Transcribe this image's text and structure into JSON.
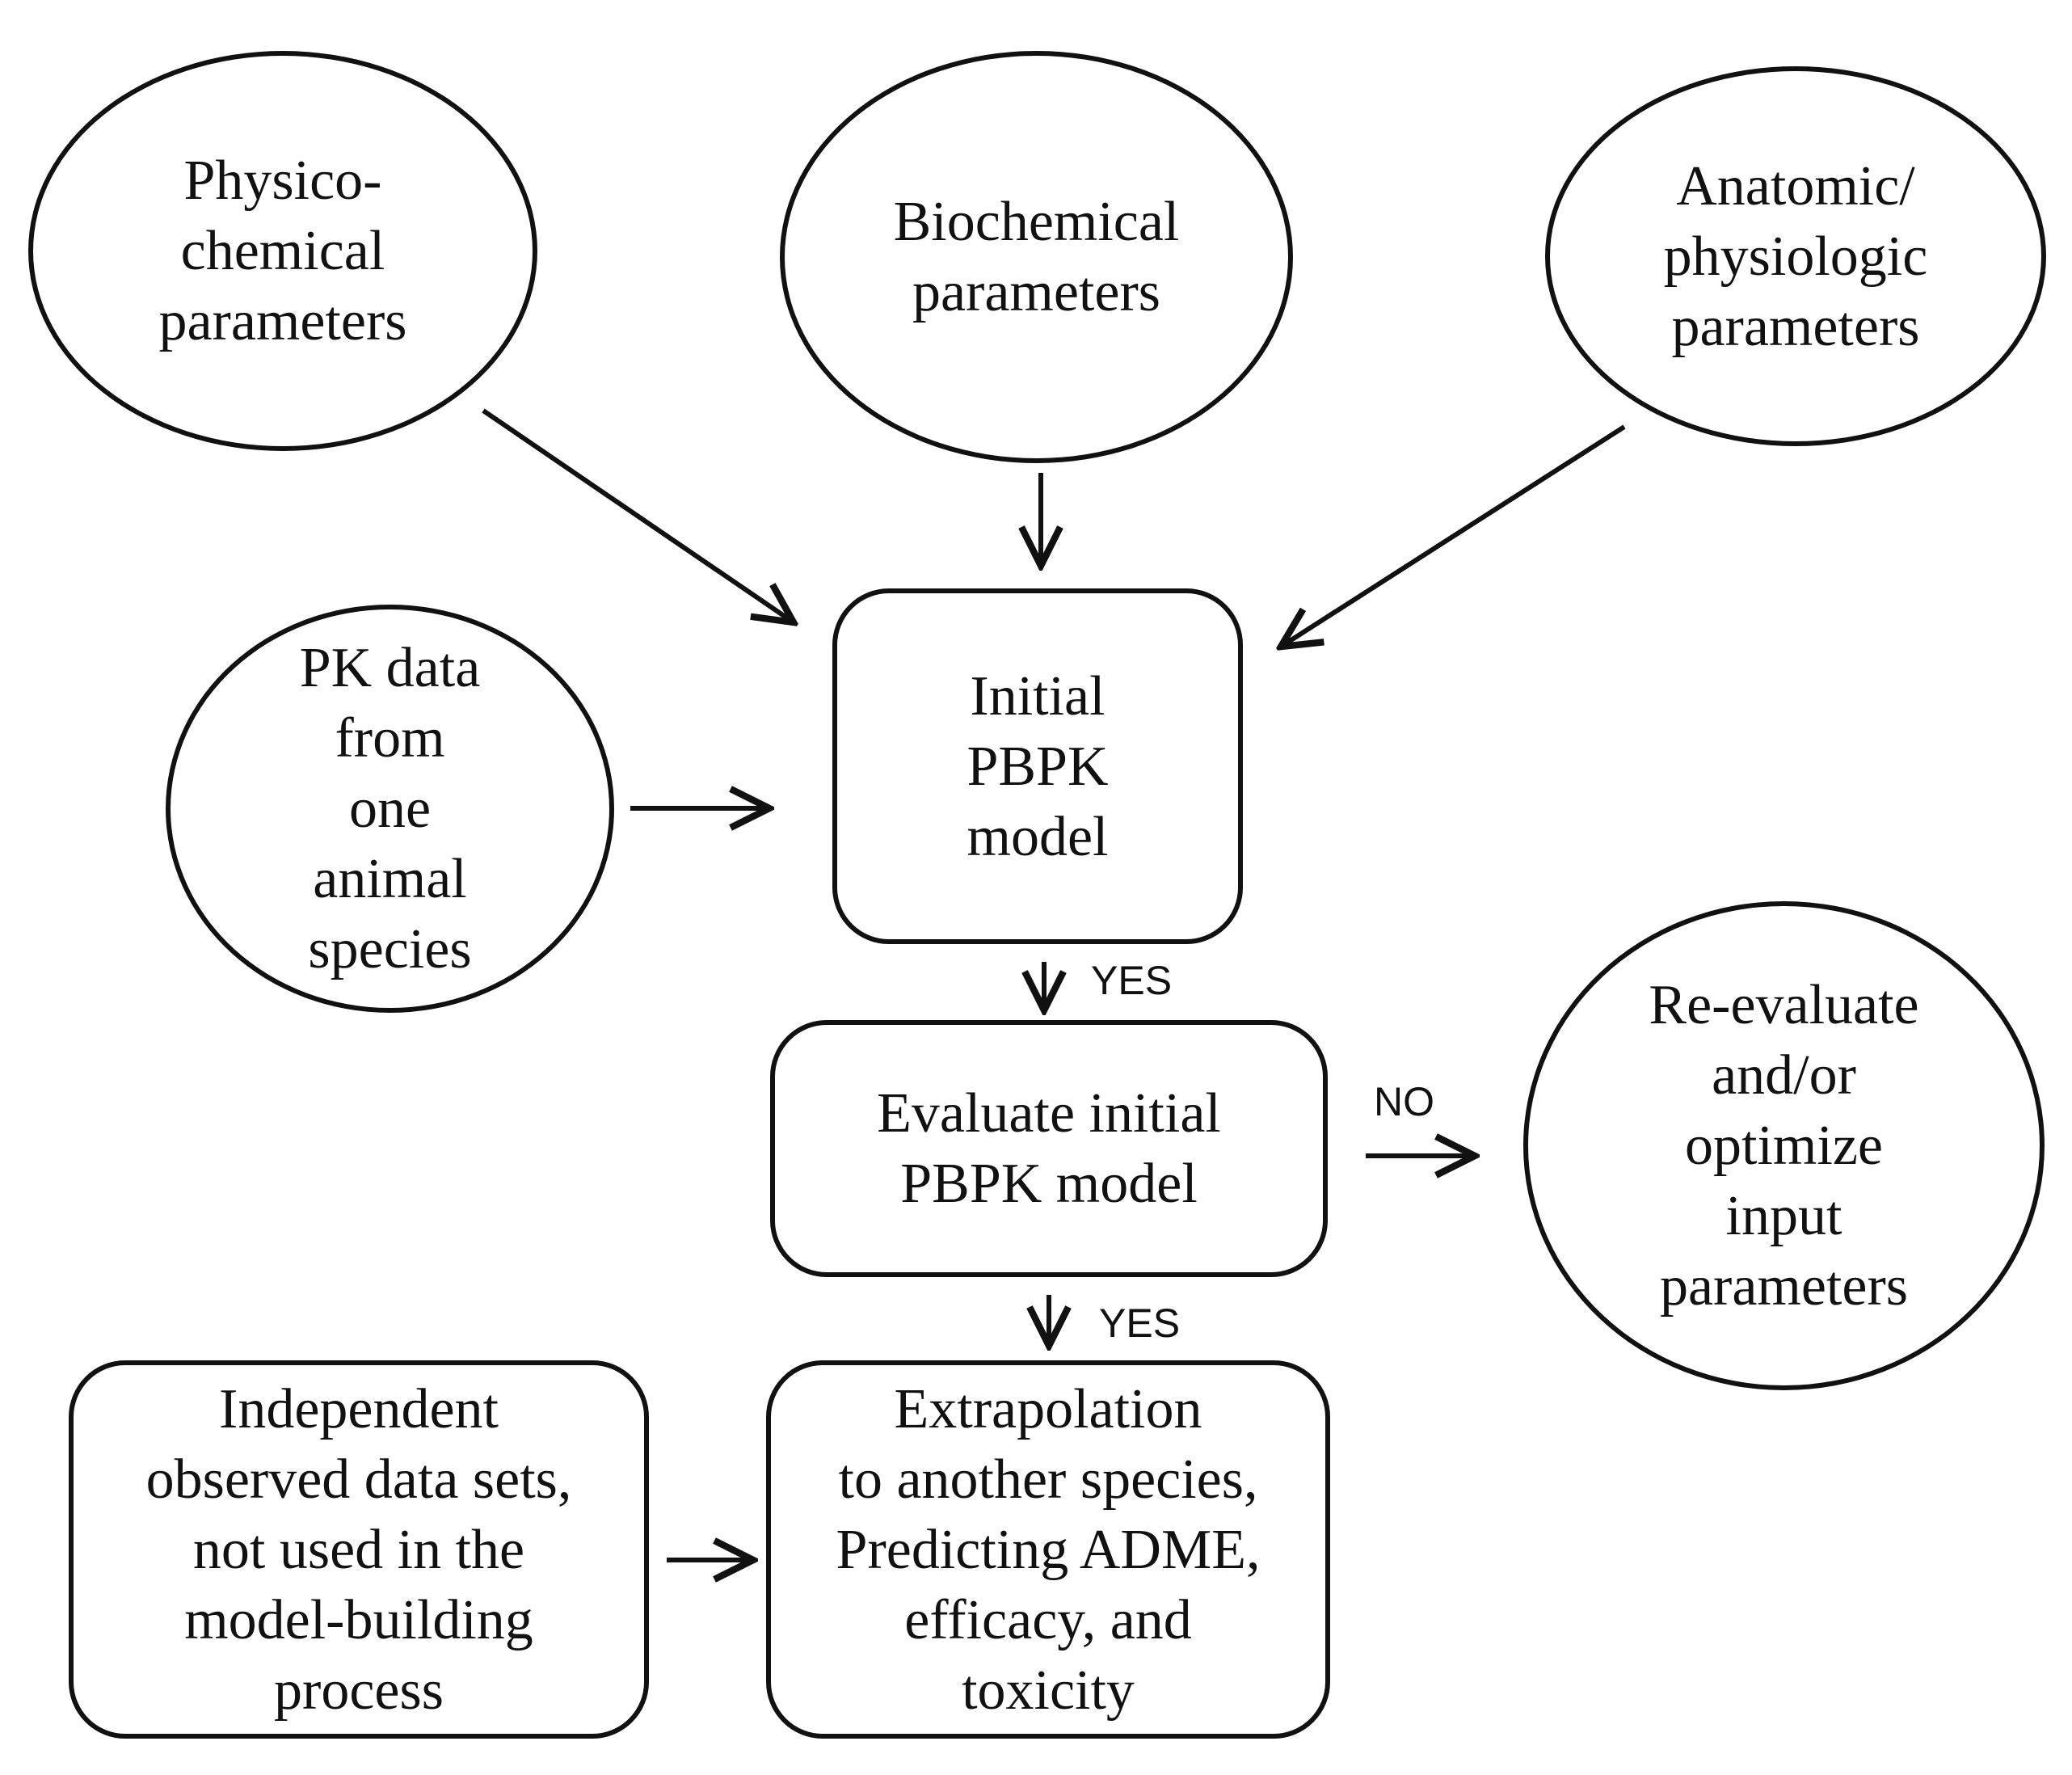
{
  "nodes": {
    "physicochemical": {
      "lines": [
        "Physico-",
        "chemical",
        "parameters"
      ]
    },
    "biochemical": {
      "lines": [
        "Biochemical",
        "parameters"
      ]
    },
    "anatomic": {
      "lines": [
        "Anatomic/",
        "physiologic",
        "parameters"
      ]
    },
    "pk_data": {
      "lines": [
        "PK data",
        "from",
        "one",
        "animal",
        "species"
      ]
    },
    "initial_model": {
      "lines": [
        "Initial",
        "PBPK",
        "model"
      ]
    },
    "evaluate": {
      "lines": [
        "Evaluate initial",
        "PBPK model"
      ]
    },
    "reevaluate": {
      "lines": [
        "Re-evaluate",
        "and/or",
        "optimize",
        "input",
        "parameters"
      ]
    },
    "independent": {
      "lines": [
        "Independent",
        "observed data sets,",
        "not used in the",
        "model-building",
        "process"
      ]
    },
    "extrapolation": {
      "lines": [
        "Extrapolation",
        "to another species,",
        "Predicting ADME,",
        "efficacy, and",
        "toxicity"
      ]
    }
  },
  "labels": {
    "yes_1": "YES",
    "yes_2": "YES",
    "no": "NO"
  }
}
